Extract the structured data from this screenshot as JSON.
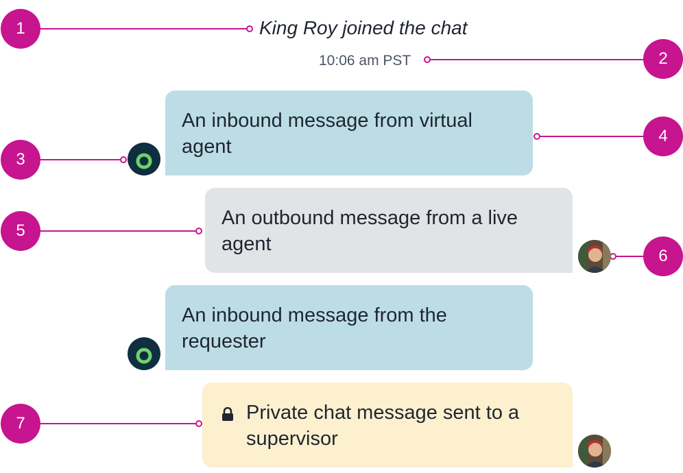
{
  "callouts": [
    "1",
    "2",
    "3",
    "4",
    "5",
    "6",
    "7"
  ],
  "chat": {
    "system_message": "King Roy joined the chat",
    "timestamp": "10:06 am PST",
    "messages": [
      {
        "direction": "inbound",
        "text": "An inbound message from virtual agent",
        "avatar": "virtual-agent-logo-icon"
      },
      {
        "direction": "outbound",
        "text": "An outbound message from a live agent",
        "avatar": "live-agent-photo"
      },
      {
        "direction": "inbound",
        "text": "An inbound message from the requester",
        "avatar": "virtual-agent-logo-icon"
      },
      {
        "direction": "outbound",
        "private": true,
        "text": "Private chat message sent to a supervisor",
        "icon": "lock-icon",
        "avatar": "live-agent-photo"
      }
    ]
  },
  "colors": {
    "callout": "#c7148f",
    "inbound_bubble": "#bcdde5",
    "outbound_bubble": "#e1e3e6",
    "private_bubble": "#fdf0cf",
    "bot_avatar": "#0f2e3f",
    "bot_ring": "#6fd26a"
  }
}
